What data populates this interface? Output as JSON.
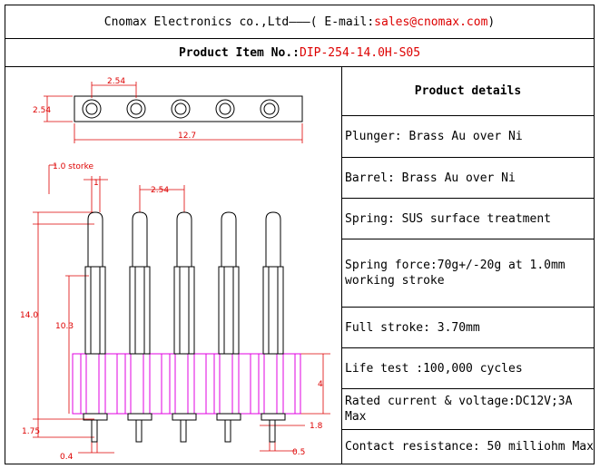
{
  "header": {
    "company": "Cnomax Electronics co.,Ltd———( E-mail: ",
    "email": "sales@cnomax.com",
    "close": ")"
  },
  "product_item": {
    "label": "Product Item No.: ",
    "value": "DIP-254-14.0H-S05"
  },
  "drawing": {
    "pitch_top": "2.54",
    "width_top": "2.54",
    "length": "12.7",
    "stroke": "1.0 storke",
    "one": "1",
    "pitch_mid": "2.54",
    "height_total": "14.0",
    "height_upper": "10.3",
    "insulator": "4",
    "tail_length": "1.75",
    "tail_dia": "0.4",
    "flange": "1.8",
    "pin_dia": "0.5",
    "colors": {
      "dimension": "#dd0000",
      "insulator": "#e000e0",
      "pin": "#000000"
    }
  },
  "details": {
    "title": "Product details",
    "items": [
      "Plunger: Brass Au over Ni",
      "Barrel: Brass Au over Ni",
      "Spring: SUS surface treatment",
      "Spring force:70g+/-20g at 1.0mm working stroke",
      "Full stroke: 3.70mm",
      "Life test :100,000 cycles",
      "Rated current & voltage:DC12V;3A Max",
      "Contact resistance: 50 milliohm Max"
    ]
  }
}
